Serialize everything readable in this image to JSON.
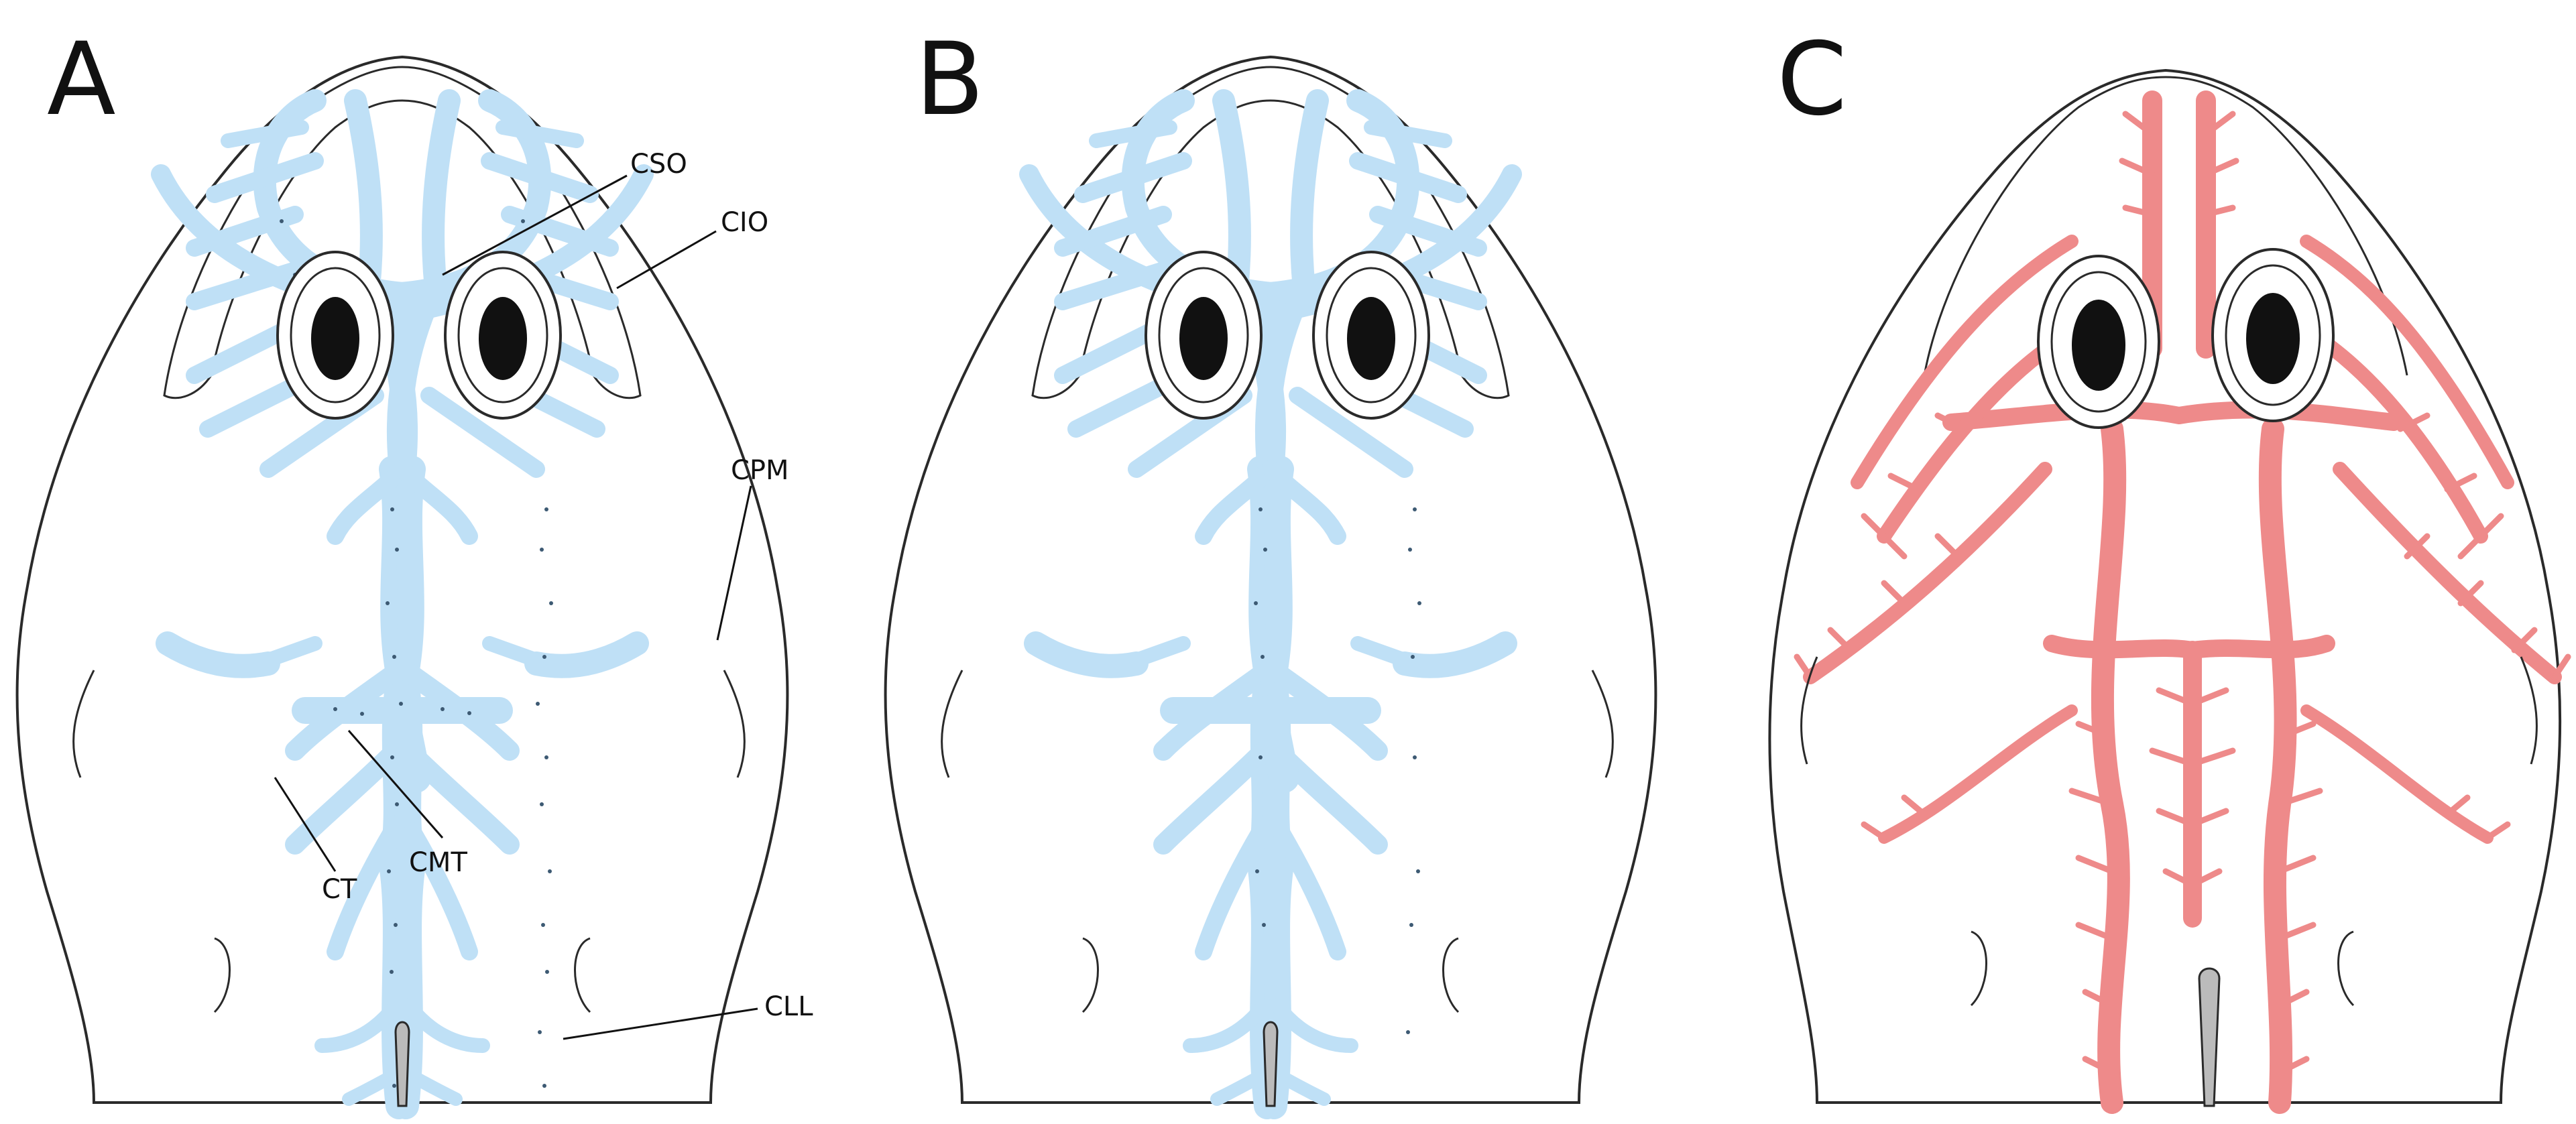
{
  "panels": [
    {
      "letter": "A",
      "style": "canal"
    },
    {
      "letter": "B",
      "style": "canal"
    },
    {
      "letter": "C",
      "style": "dendritic"
    }
  ],
  "annotations": {
    "cso": "CSO",
    "cio": "CIO",
    "cpm": "CPM",
    "cmt": "CMT",
    "ct": "CT",
    "cll": "CLL"
  },
  "colors": {
    "canal_fill": "#bfe0f6",
    "canal_dots": "#3d5a73",
    "dendritic_fill": "#ee8a8a",
    "dendritic_stroke": "#a04848",
    "eye_pupil": "#111111",
    "notch_fill": "#bbbbbb"
  }
}
